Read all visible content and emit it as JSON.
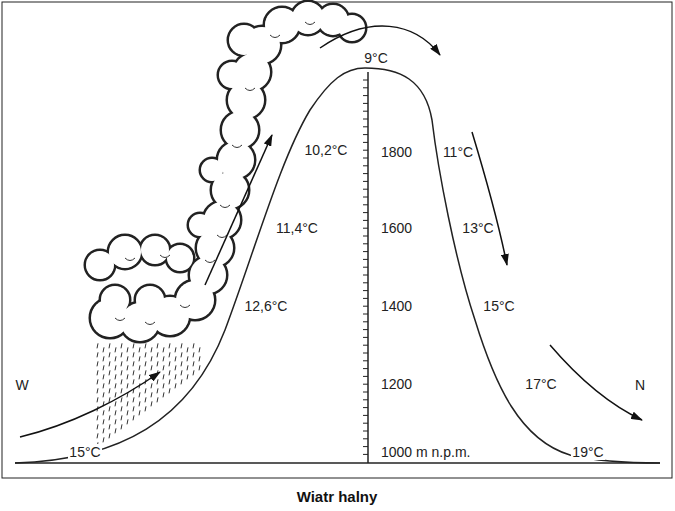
{
  "diagram": {
    "caption": "Wiatr halny",
    "labels": [
      "9°C",
      "10,2°C",
      "1800",
      "11°C",
      "11,4°C",
      "1600",
      "13°C",
      "12,6°C",
      "1400",
      "15°C",
      "W",
      "1200",
      "17°C",
      "N",
      "15°C",
      "1000 m n.p.m.",
      "19°C"
    ]
  }
}
